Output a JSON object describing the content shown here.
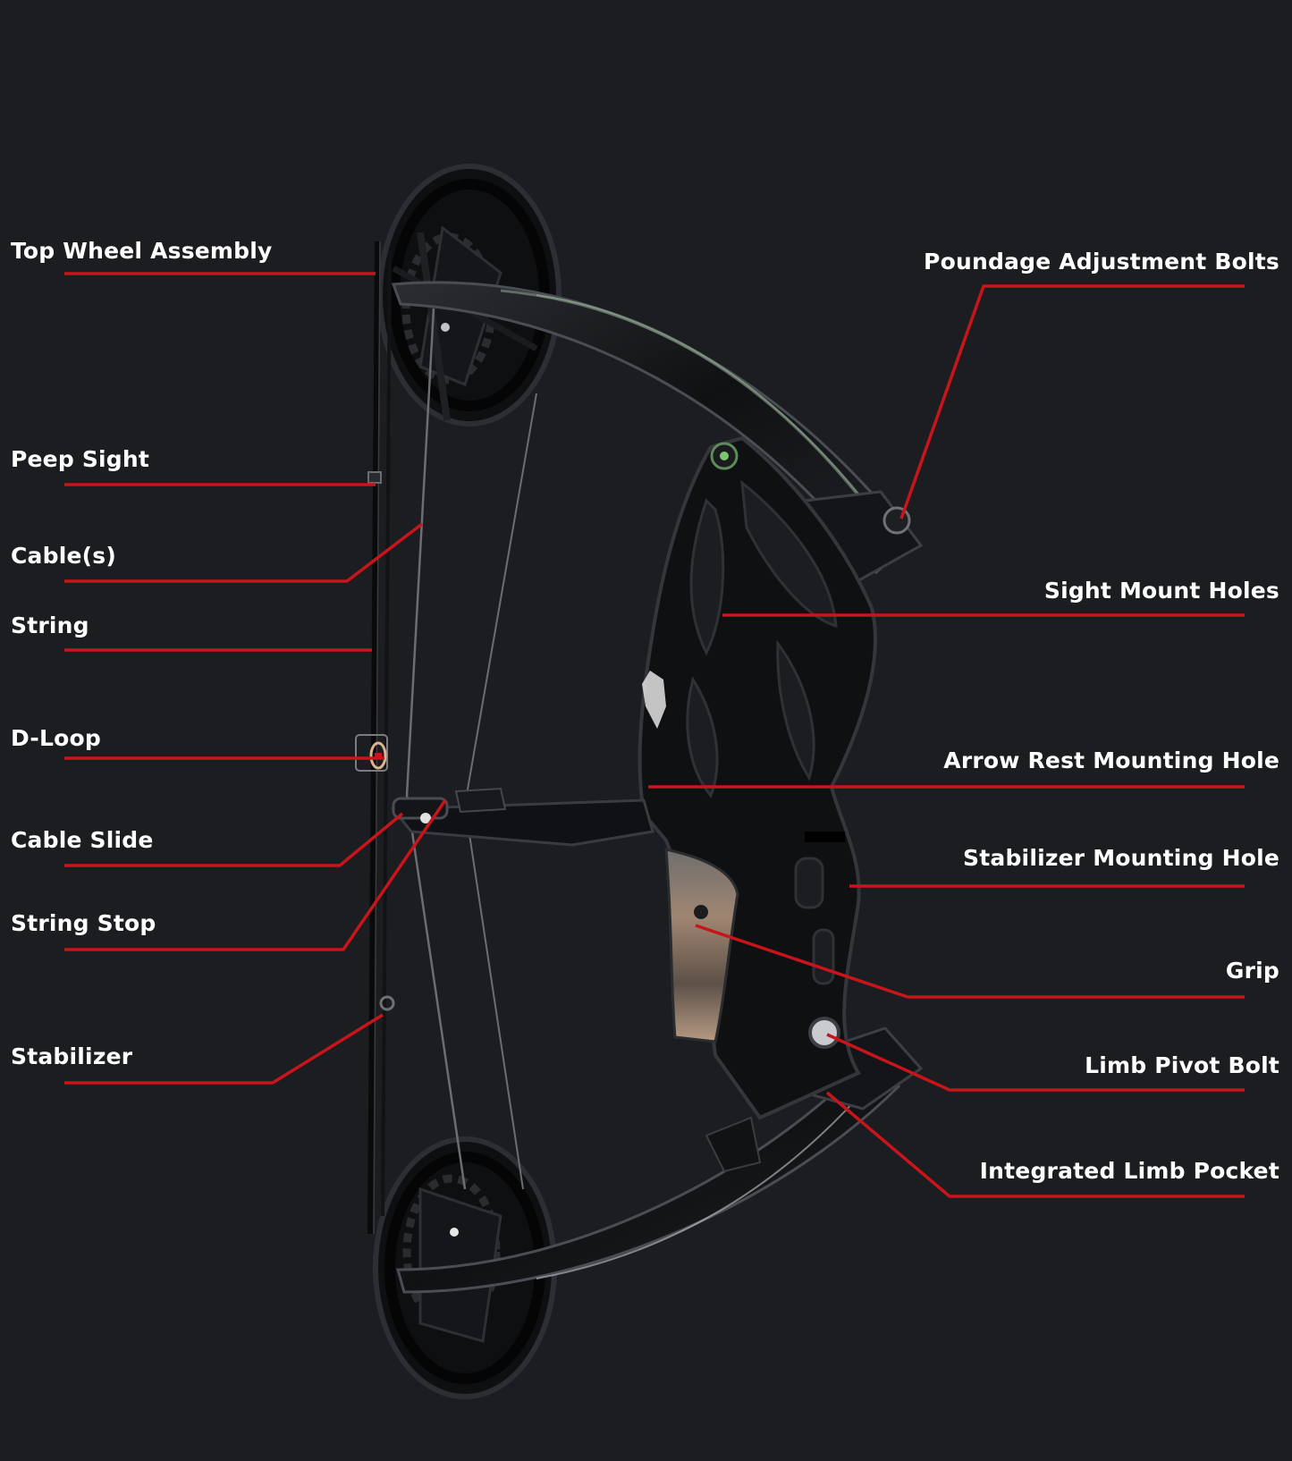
{
  "diagram": {
    "subject": "Compound Bow",
    "colors": {
      "background": "#1c1d20",
      "leader": "#c8141b",
      "label": "#ffffff",
      "bow": "#0d0e10",
      "bow_edge": "#3a3c42",
      "grip_camo": "#8a7867"
    },
    "left_labels": [
      "Top Wheel Assembly",
      "Peep Sight",
      "Cable(s)",
      "String",
      "D-Loop",
      "Cable Slide",
      "String Stop",
      "Stabilizer"
    ],
    "right_labels": [
      "Poundage Adjustment Bolts",
      "Sight Mount Holes",
      "Arrow Rest Mounting Hole",
      "Stabilizer Mounting Hole",
      "Grip",
      "Limb Pivot Bolt",
      "Integrated Limb Pocket"
    ]
  }
}
